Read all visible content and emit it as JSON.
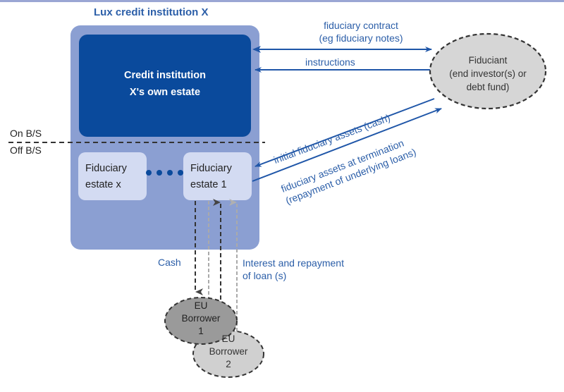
{
  "title": "Lux credit institution X",
  "own_estate": {
    "line1": "Credit institution",
    "line2": "X's own estate"
  },
  "balance_sheet": {
    "on": "On B/S",
    "off": "Off B/S"
  },
  "fiduciary_estates": [
    {
      "line1": "Fiduciary",
      "line2": "estate x"
    },
    {
      "line1": "Fiduciary",
      "line2": "estate 1"
    }
  ],
  "fiduciant": {
    "line1": "Fiduciant",
    "line2": "(end investor(s) or",
    "line3": "debt fund)"
  },
  "flows": {
    "contract": {
      "line1": "fiduciary contract",
      "line2": "(eg fiduciary notes)"
    },
    "instructions": "instructions",
    "initial_assets": "initial fiduciary assets (cash)",
    "termination": {
      "line1": "fiduciary assets at termination",
      "line2": "(repayment of underlying loans)"
    },
    "cash": "Cash",
    "interest": {
      "line1": "Interest and repayment",
      "line2": "of loan (s)"
    }
  },
  "borrowers": [
    {
      "line1": "EU",
      "line2": "Borrower",
      "line3": "1"
    },
    {
      "line1": "EU",
      "line2": "Borrower",
      "line3": "2"
    }
  ],
  "colors": {
    "accent_blue": "#2b5ea8",
    "own_estate": "#0a4a9c",
    "outer_box": "#8b9fd2",
    "fiduciary_box": "#d3dbf2",
    "fiduciant_fill": "#d6d6d6",
    "borrower1_fill": "#9a9a9a",
    "borrower2_fill": "#d0d0d0"
  }
}
